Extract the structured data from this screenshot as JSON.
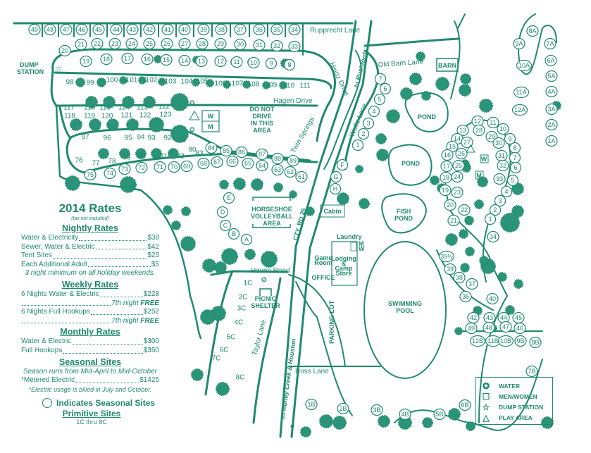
{
  "roads": {
    "rupprecht": "Rupprecht Lane",
    "heinz": "Heinz Drive",
    "hagen": "Hagen Drive",
    "twin_springs": "Twin Springs",
    "to_rushford": "to Rushford",
    "old_barn": "Old Barn Lane",
    "wolfe": "Wolfe Lane",
    "cty_rd": "CTY. RD 26",
    "haven": "Haven Road",
    "taylor": "Taylor Lane",
    "to_money_creek": "to Money Creek & Houston",
    "ross": "Ross Lane"
  },
  "places": {
    "dump_station": [
      "DUMP",
      "STATION"
    ],
    "do_not_drive": [
      "DO NOT",
      "DRIVE",
      "IN THIS",
      "AREA"
    ],
    "barn": "BARN",
    "pond1": "POND",
    "pond2": "POND",
    "fish_pond": [
      "FISH",
      "POND"
    ],
    "cabin": "Cabin",
    "horseshoe": [
      "HORSESHOE",
      "VOLLEYBALL",
      "AREA"
    ],
    "picnic": [
      "PICNIC",
      "SHELTER"
    ],
    "laundry": "Laundry",
    "game_room": [
      "Game",
      "Room"
    ],
    "lodging": [
      "Lodging",
      "&",
      "Camp",
      "Store"
    ],
    "office": "OFFICE",
    "parking": "PARKING LOT",
    "pool": [
      "SWIMMING",
      "POOL"
    ],
    "w": "W",
    "m": "M"
  },
  "circled_sites": [
    "49",
    "48",
    "47",
    "46",
    "45",
    "44",
    "43",
    "42",
    "41",
    "40",
    "39",
    "38",
    "37",
    "36",
    "35",
    "34",
    "20",
    "21",
    "22",
    "23",
    "24",
    "25",
    "26",
    "27",
    "28",
    "29",
    "30",
    "31",
    "32",
    "33",
    "19",
    "18",
    "17",
    "16",
    "15",
    "14",
    "13",
    "12",
    "11",
    "10",
    "9",
    "8",
    "84",
    "85",
    "86",
    "87",
    "88",
    "89",
    "75",
    "74",
    "73",
    "72",
    "71",
    "70",
    "69",
    "68",
    "67",
    "66",
    "65",
    "64",
    "63",
    "62",
    "61",
    "A",
    "B",
    "C",
    "D",
    "E",
    "F",
    "G",
    "H",
    "1",
    "2",
    "3",
    "4",
    "5",
    "6",
    "7",
    "12",
    "11",
    "10",
    "13",
    "28",
    "29",
    "9",
    "14",
    "27",
    "30",
    "8",
    "15",
    "26",
    "31",
    "7",
    "16",
    "25",
    "32",
    "6",
    "17",
    "18",
    "24",
    "33",
    "5",
    "4",
    "19",
    "23",
    "3",
    "20",
    "2",
    "22",
    "1",
    "21",
    "34",
    "39½",
    "39",
    "38",
    "37",
    "36",
    "40",
    "42",
    "43",
    "44",
    "45",
    "49",
    "48",
    "47",
    "46",
    "12B",
    "11B",
    "10B",
    "9B",
    "8B",
    "7B",
    "6B",
    "5B",
    "4B",
    "3B",
    "2B",
    "1B",
    "8A",
    "7A",
    "9A",
    "6A",
    "10A",
    "5A",
    "4A",
    "11A",
    "3A",
    "12A",
    "2A",
    "1A"
  ],
  "plain_sites": [
    "98",
    "99",
    "100",
    "101",
    "102",
    "103",
    "104",
    "105",
    "106",
    "107",
    "108",
    "109",
    "110",
    "111",
    "117",
    "116",
    "115",
    "114",
    "113",
    "112",
    "118",
    "119",
    "120",
    "121",
    "122",
    "123",
    "97",
    "96",
    "95",
    "94",
    "93",
    "92",
    "91",
    "90",
    "83",
    "76",
    "77",
    "78",
    "79",
    "80",
    "81",
    "82",
    "1C",
    "2C",
    "3C",
    "4C",
    "5C",
    "6C",
    "7C",
    "8C"
  ],
  "rates": {
    "title": "2014 Rates",
    "tax_note": "(tax not included)",
    "nightly_heading": "Nightly Rates",
    "nightly": [
      {
        "name": "Water & Electricity",
        "price": "$38"
      },
      {
        "name": "Sewer, Water & Electric",
        "price": "$42"
      },
      {
        "name": "Tent Sites",
        "price": "$25"
      },
      {
        "name": "Each Additional Adult",
        "price": "$5"
      }
    ],
    "nightly_note": "3 night minimum on all holiday weekends.",
    "weekly_heading": "Weekly Rates",
    "weekly": [
      {
        "name": "6 Nights Water & Electric",
        "price": "$228",
        "bonus": "7th night",
        "bonus_strong": "FREE"
      },
      {
        "name": "6 Nights Full Hookups",
        "price": "$252",
        "bonus": "7th night",
        "bonus_strong": "FREE"
      }
    ],
    "monthly_heading": "Monthly Rates",
    "monthly": [
      {
        "name": "Water & Electric",
        "price": "$300"
      },
      {
        "name": "Full Hookups",
        "price": "$350"
      }
    ],
    "seasonal_heading": "Seasonal Sites",
    "seasonal_note": "Season runs from Mid-April to Mid-October",
    "seasonal": [
      {
        "name": "*Metered Electric",
        "price": "$1425"
      }
    ],
    "seasonal_footnote": "*Electric usage is billed in July and October."
  },
  "seasonal_legend": "Indicates Seasonal Sites",
  "primitive": {
    "heading": "Primitive Sites",
    "range": "1C thru 8C"
  },
  "legend": [
    {
      "icon": "water-icon",
      "glyph": "✪",
      "label": "WATER"
    },
    {
      "icon": "restroom-icon",
      "glyph": "☐",
      "label": "MEN/WOMEN"
    },
    {
      "icon": "dump-station-icon",
      "glyph": "☆",
      "label": "DUMP STATION"
    },
    {
      "icon": "play-area-icon",
      "glyph": "△",
      "label": "PLAY AREA"
    }
  ]
}
